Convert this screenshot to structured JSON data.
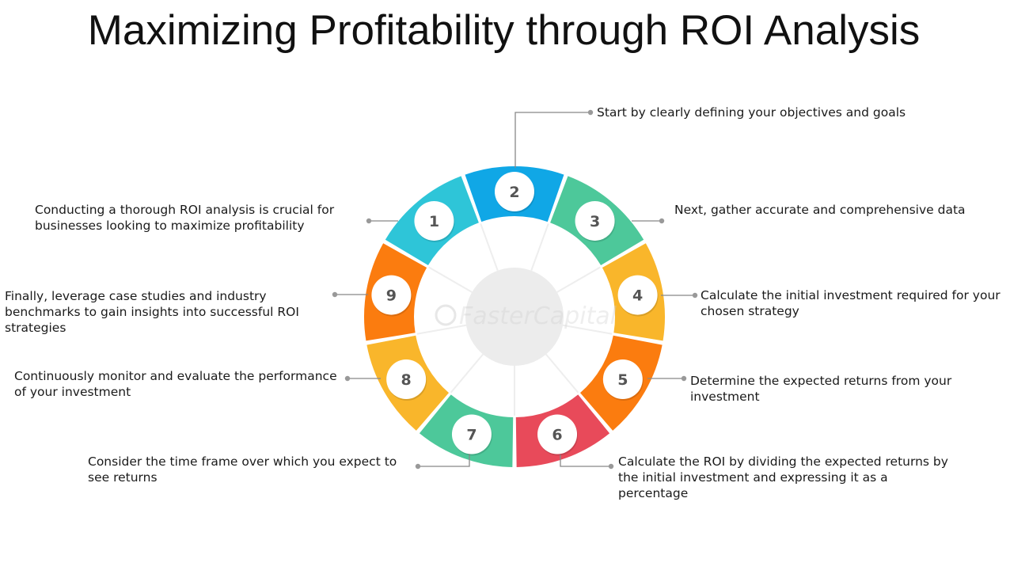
{
  "title": "Maximizing Profitability through ROI Analysis",
  "watermark": "FasterCapital",
  "colors": {
    "cyan": "#2ec5d8",
    "blue": "#10a7e6",
    "green": "#4dc89a",
    "yellow": "#f9b62b",
    "orange": "#fb7c0f",
    "red": "#e84a5a",
    "connector": "#888888"
  },
  "steps": [
    {
      "number": "1",
      "color": "cyan",
      "text": "Conducting a thorough ROI analysis is crucial for businesses looking to maximize profitability"
    },
    {
      "number": "2",
      "color": "blue",
      "text": "Start by clearly defining your objectives and goals"
    },
    {
      "number": "3",
      "color": "green",
      "text": "Next, gather accurate and comprehensive data"
    },
    {
      "number": "4",
      "color": "yellow",
      "text": "Calculate the initial investment required for your chosen strategy"
    },
    {
      "number": "5",
      "color": "orange",
      "text": "Determine the expected returns from your investment"
    },
    {
      "number": "6",
      "color": "red",
      "text": "Calculate the ROI by dividing the expected returns by the initial investment and expressing it as a percentage"
    },
    {
      "number": "7",
      "color": "green",
      "text": "Consider the time frame over which you expect to see returns"
    },
    {
      "number": "8",
      "color": "yellow",
      "text": "Continuously monitor and evaluate the performance of your investment"
    },
    {
      "number": "9",
      "color": "orange",
      "text": "Finally, leverage case studies and industry benchmarks to gain insights into successful ROI strategies"
    }
  ]
}
